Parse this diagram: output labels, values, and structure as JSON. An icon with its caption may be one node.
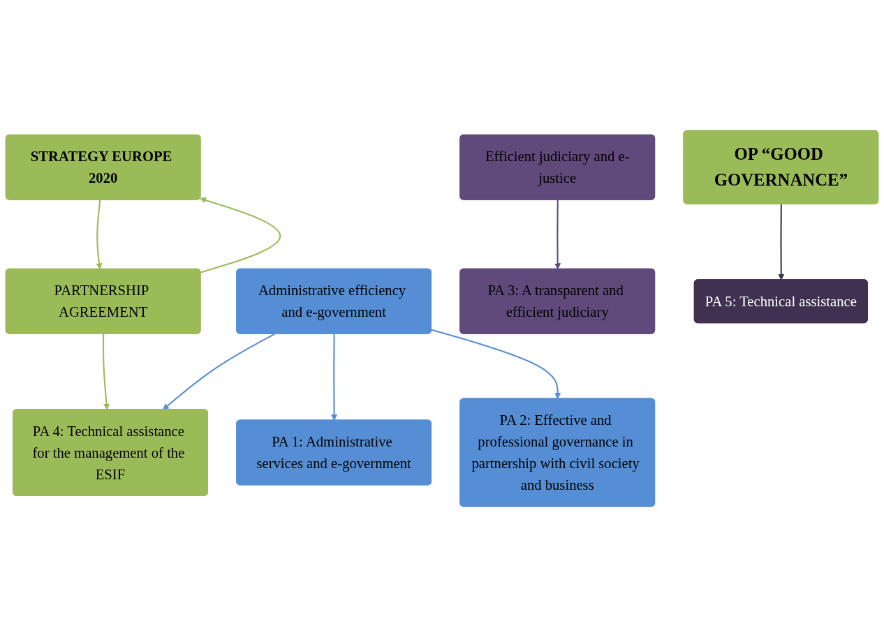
{
  "diagram": {
    "nodes": [
      {
        "text": [
          "STRATEGY EUROPE 2020"
        ]
      },
      {
        "text": [
          "PARTNERSHIP AGREEMENT"
        ]
      },
      {
        "text": [
          "OP “GOOD GOVERNANCE”"
        ]
      },
      {
        "text": [
          "PA 1: Administrative services and e-government"
        ]
      },
      {
        "text": [
          "Administrative efficiency and e-government"
        ]
      },
      {
        "text": [
          "PA 2: Effective and professional governance in partnership with civil society and business"
        ]
      },
      {
        "text": [
          "Efficient judiciary and e-justice"
        ]
      },
      {
        "text": [
          "PA 3: A transparent and efficient judiciary"
        ]
      },
      {
        "text": [
          "PA 4: Technical assistance for the management of the ESIF"
        ]
      },
      {
        "text": [
          "PA 5: Technical assistance"
        ]
      }
    ],
    "edges": [
      {
        "from": 0,
        "to": 1,
        "arrow": "to",
        "color": "#9bbb59"
      },
      {
        "from": 1,
        "to": 0,
        "arrow": "to",
        "color": "#9bbb59"
      },
      {
        "from": 1,
        "to": 8,
        "arrow": "to",
        "color": "#9bbb59"
      },
      {
        "from": 4,
        "to": 3,
        "arrow": "to",
        "color": "#558ed5"
      },
      {
        "from": 4,
        "to": 5,
        "arrow": "to",
        "color": "#558ed5"
      },
      {
        "from": 4,
        "to": 8,
        "arrow": "to",
        "color": "#558ed5"
      },
      {
        "from": 6,
        "to": 7,
        "arrow": "to",
        "color": "#604a7b"
      },
      {
        "from": 2,
        "to": 9,
        "arrow": "to",
        "color": "#3f3151"
      }
    ]
  }
}
